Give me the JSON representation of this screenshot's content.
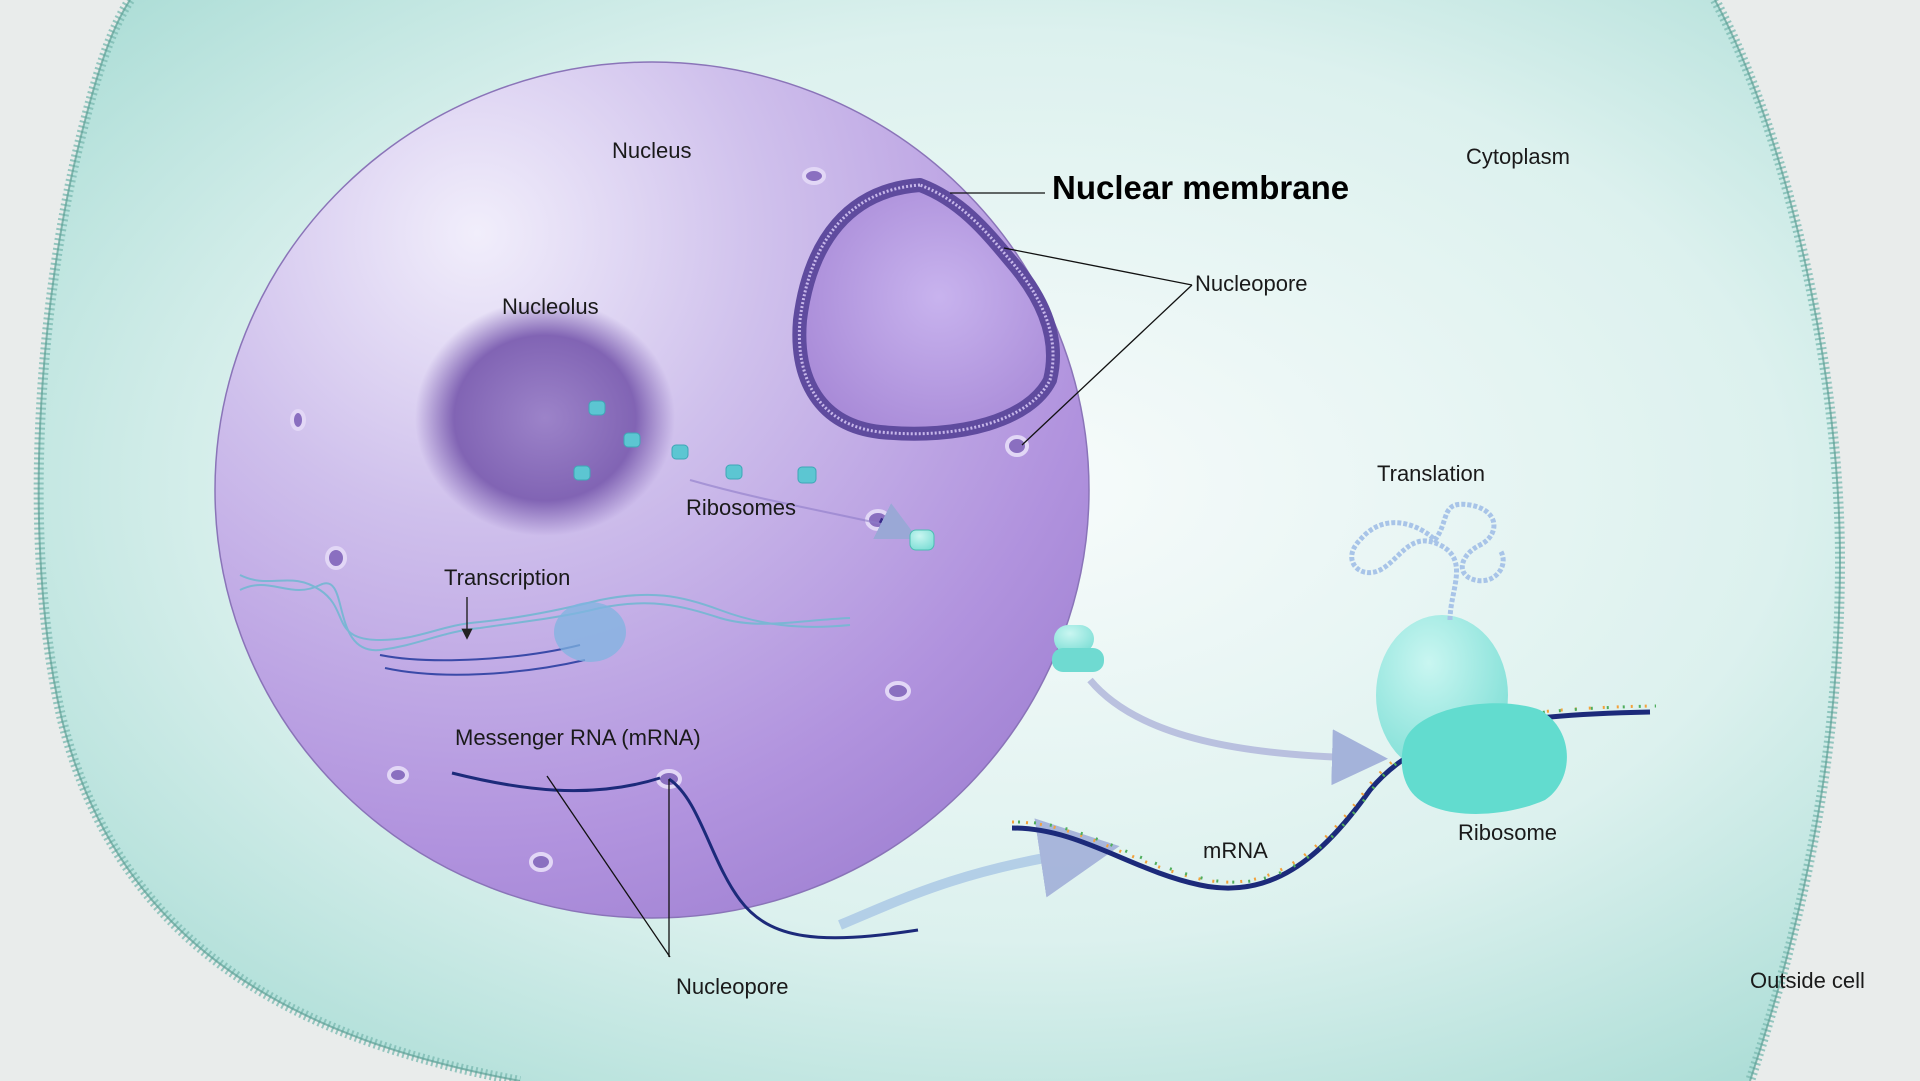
{
  "labels": {
    "nucleus": "Nucleus",
    "cytoplasm": "Cytoplasm",
    "nuclear_membrane": "Nuclear membrane",
    "nucleopore_top": "Nucleopore",
    "nucleolus": "Nucleolus",
    "ribosomes": "Ribosomes",
    "translation": "Translation",
    "transcription": "Transcription",
    "messenger_rna": "Messenger RNA (mRNA)",
    "mrna": "mRNA",
    "ribosome": "Ribosome",
    "nucleopore_bottom": "Nucleopore",
    "outside_cell": "Outside cell"
  },
  "colors": {
    "background": "#e9eceb",
    "cytoplasm": "#d6efec",
    "cell_membrane": "#6fb3aa",
    "nucleus": "#b79ad8",
    "nuclear_envelope": "#6a55a8",
    "nucleolus": "#8466b3",
    "ribosome": "#7fe0d8",
    "mrna_strand": "#1c2a7a",
    "dna": "#7bb6d4"
  },
  "icons": [
    "cell-membrane",
    "nucleus",
    "nucleolus",
    "nucleopore",
    "ribosome-subunit",
    "dna-helix",
    "mrna-strand",
    "polypeptide-chain"
  ]
}
